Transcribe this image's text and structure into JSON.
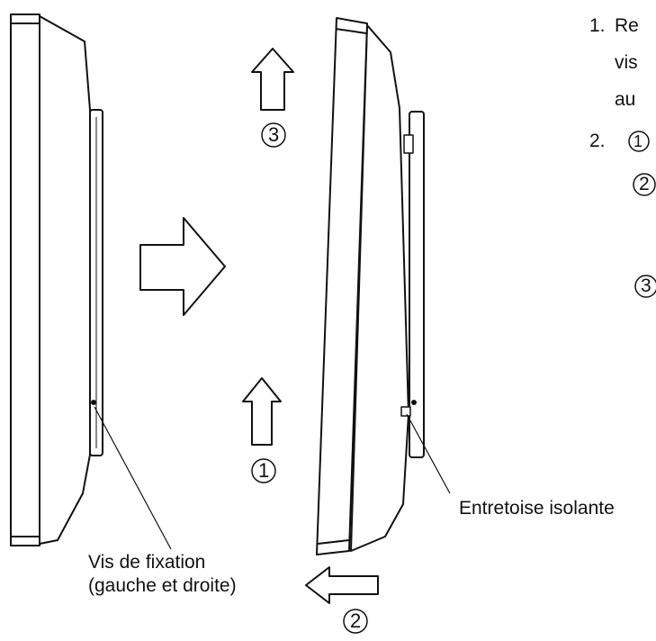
{
  "labels": {
    "fixing_screw_line1": "Vis de fixation",
    "fixing_screw_line2": "(gauche et droite)",
    "spacer": "Entretoise isolante"
  },
  "step_markers": {
    "up_bottom": "1",
    "slide_left": "2",
    "up_top": "3"
  },
  "instructions": {
    "step1_num": "1.",
    "step1_line1": "Re",
    "step1_line2": "vis",
    "step1_line3": "au",
    "step2_num": "2.",
    "step2_marker": "1"
  },
  "colors": {
    "stroke": "#111111",
    "fill": "#ffffff"
  }
}
